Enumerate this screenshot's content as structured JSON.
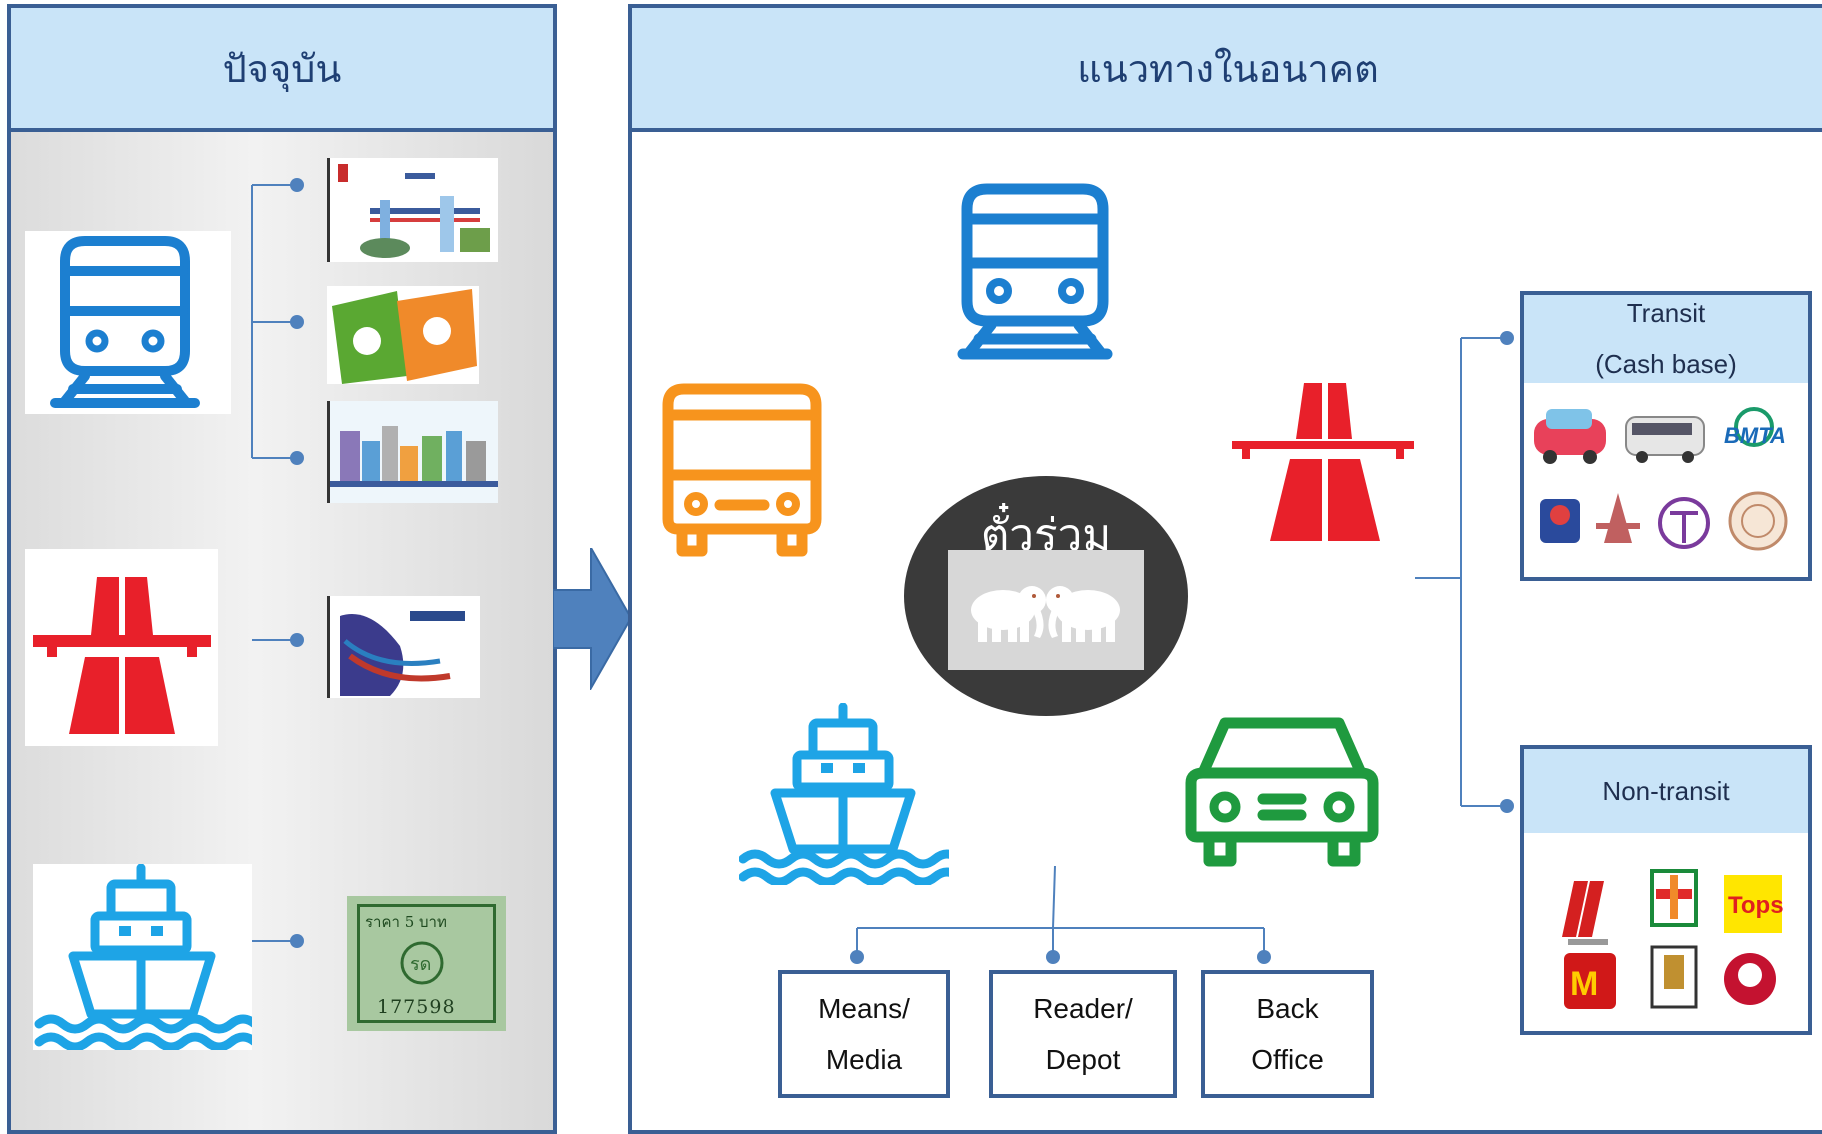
{
  "panels": {
    "current": {
      "title": "ปัจจุบัน"
    },
    "future": {
      "title": "แนวทางในอนาคต"
    }
  },
  "hub": {
    "label": "ตั๋วร่วม"
  },
  "components": [
    {
      "line1": "Means/",
      "line2": "Media"
    },
    {
      "line1": "Reader/",
      "line2": "Depot"
    },
    {
      "line1": "Back",
      "line2": "Office"
    }
  ],
  "transit": {
    "line1": "Transit",
    "line2": "(Cash base)"
  },
  "non_transit": {
    "label": "Non-transit"
  },
  "ticket": {
    "price_text": "ราคา 5 บาท",
    "serial": "177598"
  },
  "colors": {
    "panel_border": "#3a5f94",
    "panel_header": "#c9e4f8",
    "train": "#1c7fd0",
    "bus": "#f7941d",
    "expressway": "#e8202a",
    "boat": "#1ea4e6",
    "car": "#1f9a3f",
    "hub": "#3a3a3a",
    "arrow": "#4f81bd"
  },
  "icons": [
    "train-icon",
    "bus-icon",
    "expressway-icon",
    "boat-icon",
    "car-icon",
    "elephant-icon"
  ]
}
